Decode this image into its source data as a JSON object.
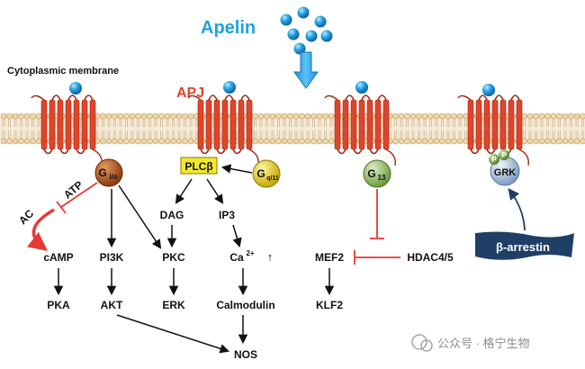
{
  "title": "Apelin",
  "membrane_label": "Cytoplasmic membrane",
  "receptor_label": "APJ",
  "g_proteins": {
    "gio": {
      "main": "G",
      "sub": "i/o"
    },
    "gq11": {
      "main": "G",
      "sub": "q/11"
    },
    "g13": {
      "main": "G",
      "sub": " 13"
    },
    "grk": "GRK",
    "p_badge": "P"
  },
  "nodes": {
    "plcb": "PLCβ",
    "atp": "ATP",
    "ac": "AC",
    "camp": "cAMP",
    "pka": "PKA",
    "pi3k": "PI3K",
    "akt": "AKT",
    "dag": "DAG",
    "pkc": "PKC",
    "erk": "ERK",
    "ip3": "IP3",
    "ca": "Ca",
    "ca_sup": "2+",
    "ca_up": "↑",
    "calmodulin": "Calmodulin",
    "nos": "NOS",
    "mef2": "MEF2",
    "klf2": "KLF2",
    "hdac": "HDAC4/5",
    "barrestin": "β-arrestin"
  },
  "watermark": "公众号 · 格宁生物",
  "colors": {
    "apelin_blue": "#1ea3e0",
    "receptor_red": "#e0442a",
    "gio_brown": "#b5541c",
    "gq_yellow": "#ead21a",
    "g13_green": "#9bbf6a",
    "grk_blue": "#b8cde6",
    "arrestin_navy": "#1f3f66",
    "inhibit_red": "#e53935"
  }
}
